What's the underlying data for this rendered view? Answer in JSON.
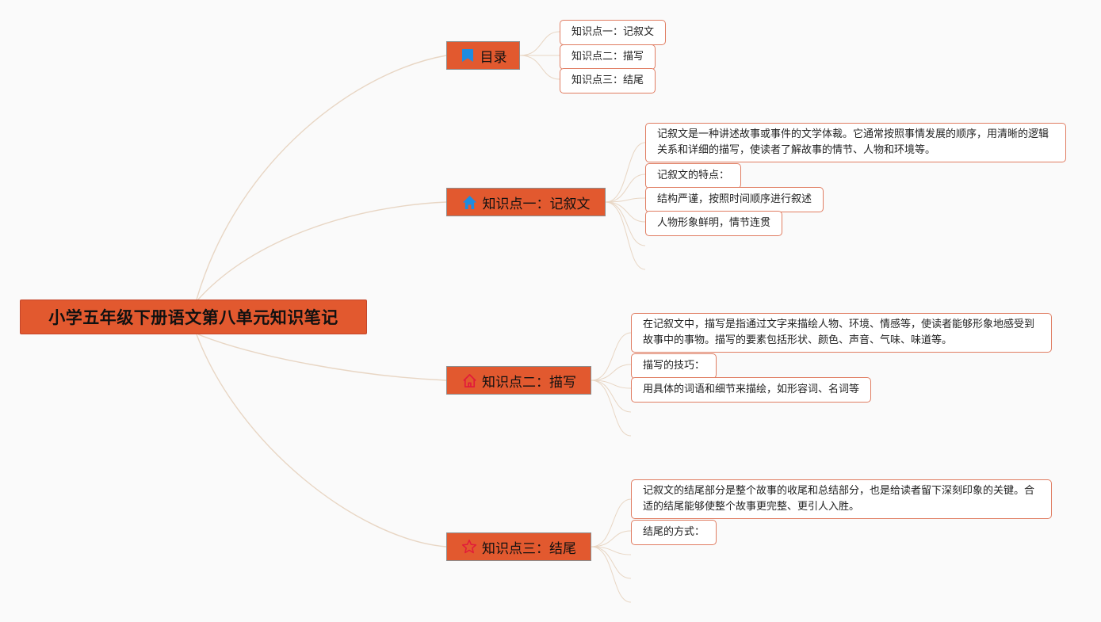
{
  "root": {
    "title": "小学五年级下册语文第八单元知识笔记"
  },
  "topics": {
    "toc": {
      "label": "目录",
      "icon": "bookmark-icon",
      "items": [
        "知识点一：记叙文",
        "知识点二：描写",
        "知识点三：结尾"
      ]
    },
    "narrative": {
      "label": "知识点一：记叙文",
      "icon": "home-icon",
      "items": [
        "记叙文是一种讲述故事或事件的文学体裁。它通常按照事情发展的顺序，用清晰的逻辑关系和详细的描写，使读者了解故事的情节、人物和环境等。",
        "记叙文的特点：",
        "结构严谨，按照时间顺序进行叙述",
        "人物形象鲜明，情节连贯"
      ]
    },
    "description": {
      "label": "知识点二：描写",
      "icon": "house-outline-icon",
      "items": [
        "在记叙文中，描写是指通过文字来描绘人物、环境、情感等，使读者能够形象地感受到故事中的事物。描写的要素包括形状、颜色、声音、气味、味道等。",
        "描写的技巧：",
        "用具体的词语和细节来描绘，如形容词、名词等"
      ]
    },
    "ending": {
      "label": "知识点三：结尾",
      "icon": "star-icon",
      "items": [
        "记叙文的结尾部分是整个故事的收尾和总结部分，也是给读者留下深刻印象的关键。合适的结尾能够使整个故事更完整、更引人入胜。",
        "结尾的方式："
      ]
    }
  },
  "colors": {
    "background": "#fafafa",
    "node_fill": "#e2592f",
    "leaf_border": "#e07d62",
    "connector": "#e8d6c4"
  }
}
